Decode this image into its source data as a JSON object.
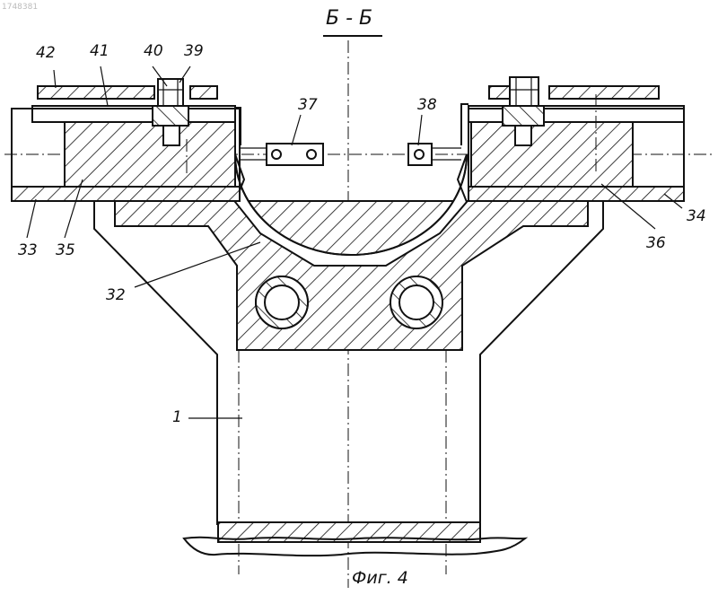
{
  "watermark": "1748381",
  "section_title": "Б - Б",
  "caption": "Фиг. 4",
  "labels": {
    "l42": "42",
    "l41": "41",
    "l40": "40",
    "l39": "39",
    "l37": "37",
    "l38": "38",
    "l33": "33",
    "l35": "35",
    "l34": "34",
    "l36": "36",
    "l32": "32",
    "l1": "1"
  }
}
